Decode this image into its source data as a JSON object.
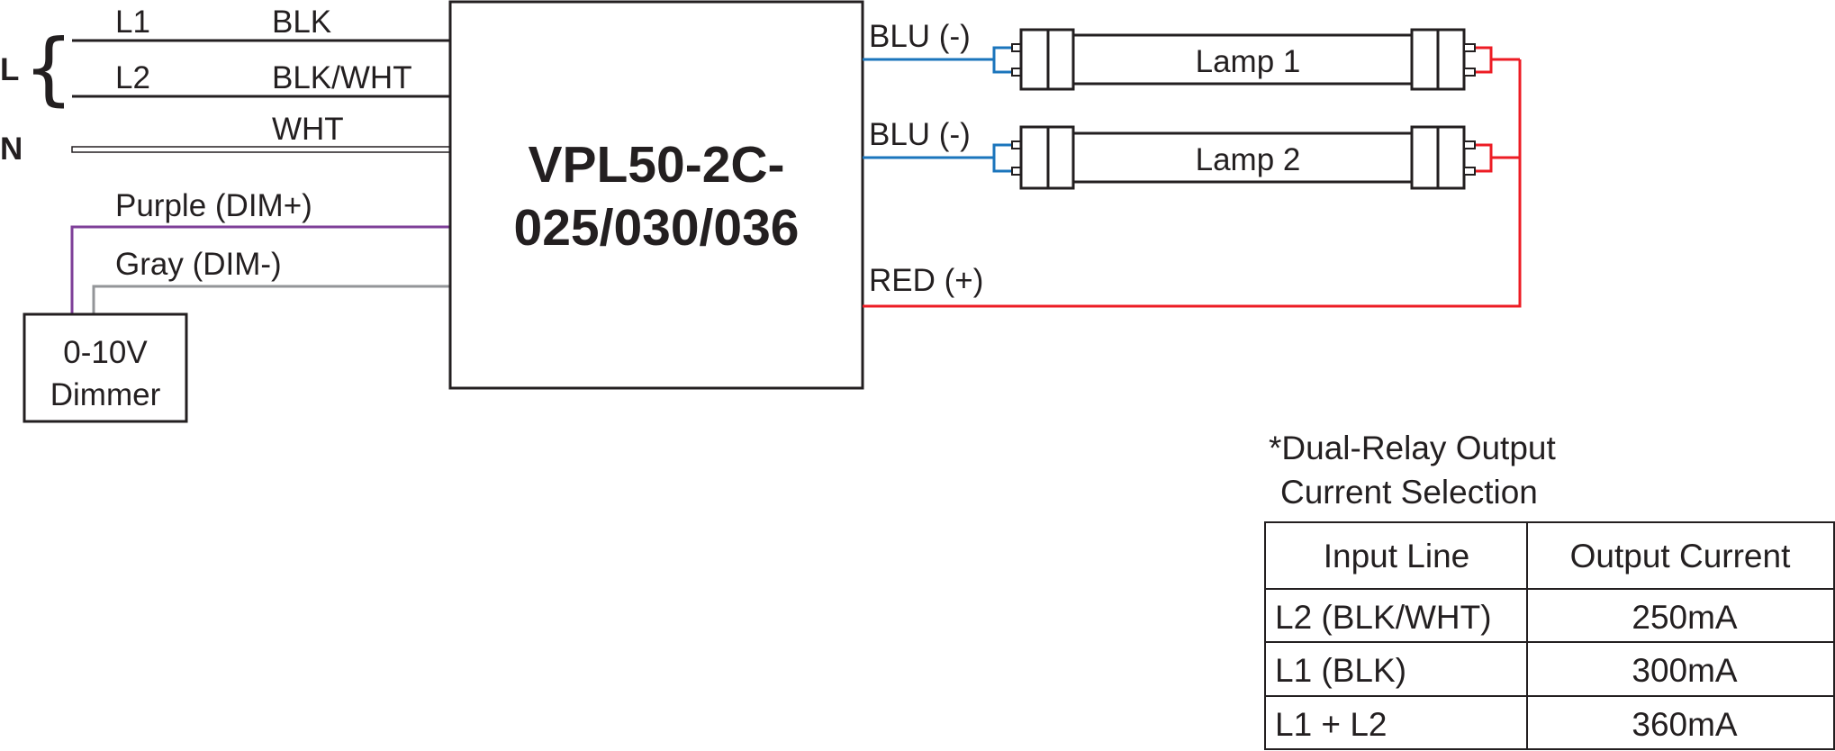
{
  "inputs": {
    "line_group_label": "L",
    "neutral_label": "N",
    "l1_label": "L1",
    "l1_wire": "BLK",
    "l2_label": "L2",
    "l2_wire": "BLK/WHT",
    "neutral_wire": "WHT"
  },
  "dimming": {
    "dim_plus": "Purple (DIM+)",
    "dim_minus": "Gray (DIM-)",
    "dimmer_line1": "0-10V",
    "dimmer_line2": "Dimmer"
  },
  "driver": {
    "model_line1": "VPL50-2C-",
    "model_line2": "025/030/036"
  },
  "outputs": {
    "lamp1_wire": "BLU (-)",
    "lamp2_wire": "BLU (-)",
    "positive_wire": "RED (+)",
    "lamp1_label": "Lamp 1",
    "lamp2_label": "Lamp 2"
  },
  "current_table": {
    "note_line1": "*Dual-Relay Output",
    "note_line2": "Current Selection",
    "headers": [
      "Input Line",
      "Output Current"
    ],
    "rows": [
      [
        "L2 (BLK/WHT)",
        "250mA"
      ],
      [
        "L1 (BLK)",
        "300mA"
      ],
      [
        "L1 + L2",
        "360mA"
      ]
    ]
  },
  "colors": {
    "ink": "#231f20",
    "blue_wire": "#1b75bc",
    "red_wire": "#ed1c24",
    "purple_wire": "#7e3f98",
    "gray_wire": "#939598"
  }
}
